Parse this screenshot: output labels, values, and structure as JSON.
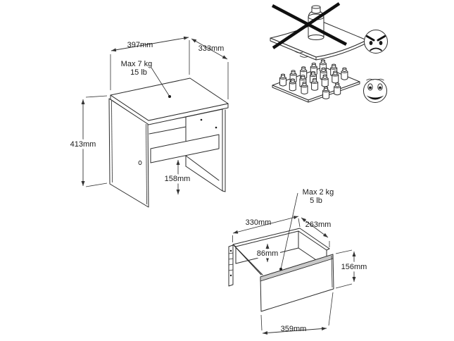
{
  "document": {
    "kind": "furniture-assembly-instruction-diagram",
    "background": "#ffffff"
  },
  "colors": {
    "line": "#2b2b2b",
    "dimension_line": "#333333",
    "panel_edge_gray": "#c9c9c9",
    "cross_black": "#101010"
  },
  "table_view": {
    "width": "397mm",
    "depth": "333mm",
    "height": "413mm",
    "clearance": "158mm",
    "max_load_kg": "Max 7 kg",
    "max_load_lb": "15 lb"
  },
  "drawer_view": {
    "inner_width": "330mm",
    "inner_depth": "263mm",
    "inner_height": "86mm",
    "front_height": "156mm",
    "front_width": "359mm",
    "max_load_kg": "Max 2 kg",
    "max_load_lb": "5 lb"
  },
  "warnings": {
    "bad": {
      "icon": "prohibition-cross-icon",
      "face": "angry-face-icon",
      "crossed_out": true
    },
    "good": {
      "icon": "distributed-bottles-icon",
      "face": "happy-face-icon",
      "crossed_out": false
    }
  }
}
